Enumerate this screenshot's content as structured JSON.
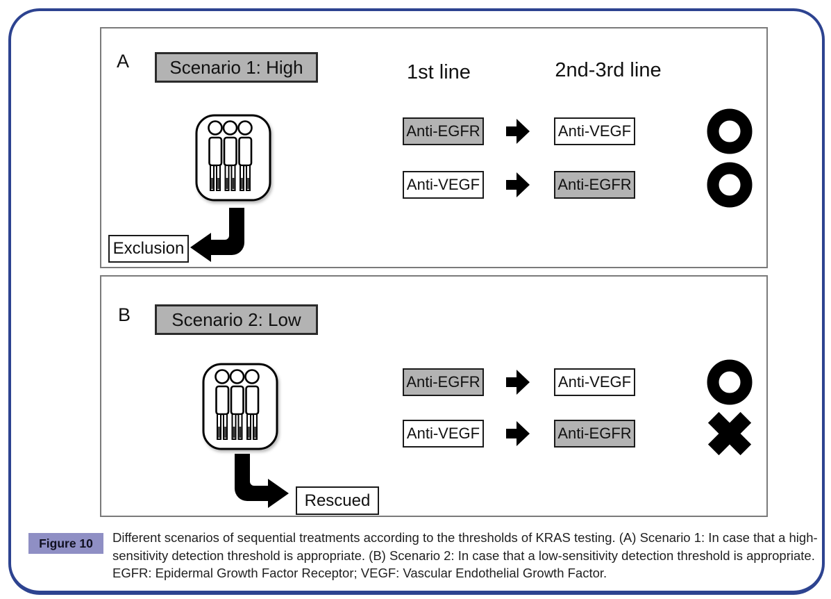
{
  "figure": {
    "panel_a": {
      "letter": "A",
      "scenario_label": "Scenario 1: High",
      "col1_header": "1st line",
      "col2_header": "2nd-3rd line",
      "exit_label": "Exclusion",
      "rows": [
        {
          "first_line": "Anti-EGFR",
          "later_line": "Anti-VEGF",
          "outcome": "effective"
        },
        {
          "first_line": "Anti-VEGF",
          "later_line": "Anti-EGFR",
          "outcome": "effective"
        }
      ]
    },
    "panel_b": {
      "letter": "B",
      "scenario_label": "Scenario 2: Low",
      "exit_label": "Rescued",
      "rows": [
        {
          "first_line": "Anti-EGFR",
          "later_line": "Anti-VEGF",
          "outcome": "effective"
        },
        {
          "first_line": "Anti-VEGF",
          "later_line": "Anti-EGFR",
          "outcome": "ineffective"
        }
      ]
    }
  },
  "caption": {
    "label": "Figure 10",
    "text": "Different scenarios of sequential treatments according to the thresholds of KRAS testing. (A) Scenario 1: In case that a high-sensitivity detection threshold is appropriate. (B) Scenario 2: In case that a low-sensitivity detection threshold is appropriate. EGFR: Epidermal Growth Factor Receptor; VEGF: Vascular Endothelial Growth Factor."
  },
  "colors": {
    "frame_blue": "#2d4390",
    "panel_border_gray": "#7a7a7a",
    "box_fill_gray": "#b3b3b3",
    "caption_badge_lavender": "#8f8fc4",
    "symbol_black": "#000000"
  },
  "icons": {
    "patients": "patients-group-icon",
    "effective": "effective-ring-icon",
    "ineffective": "ineffective-cross-icon",
    "sequence_arrow": "right-arrow-icon",
    "exit_arrow_a": "curved-arrow-left-icon",
    "exit_arrow_b": "curved-arrow-right-icon"
  }
}
